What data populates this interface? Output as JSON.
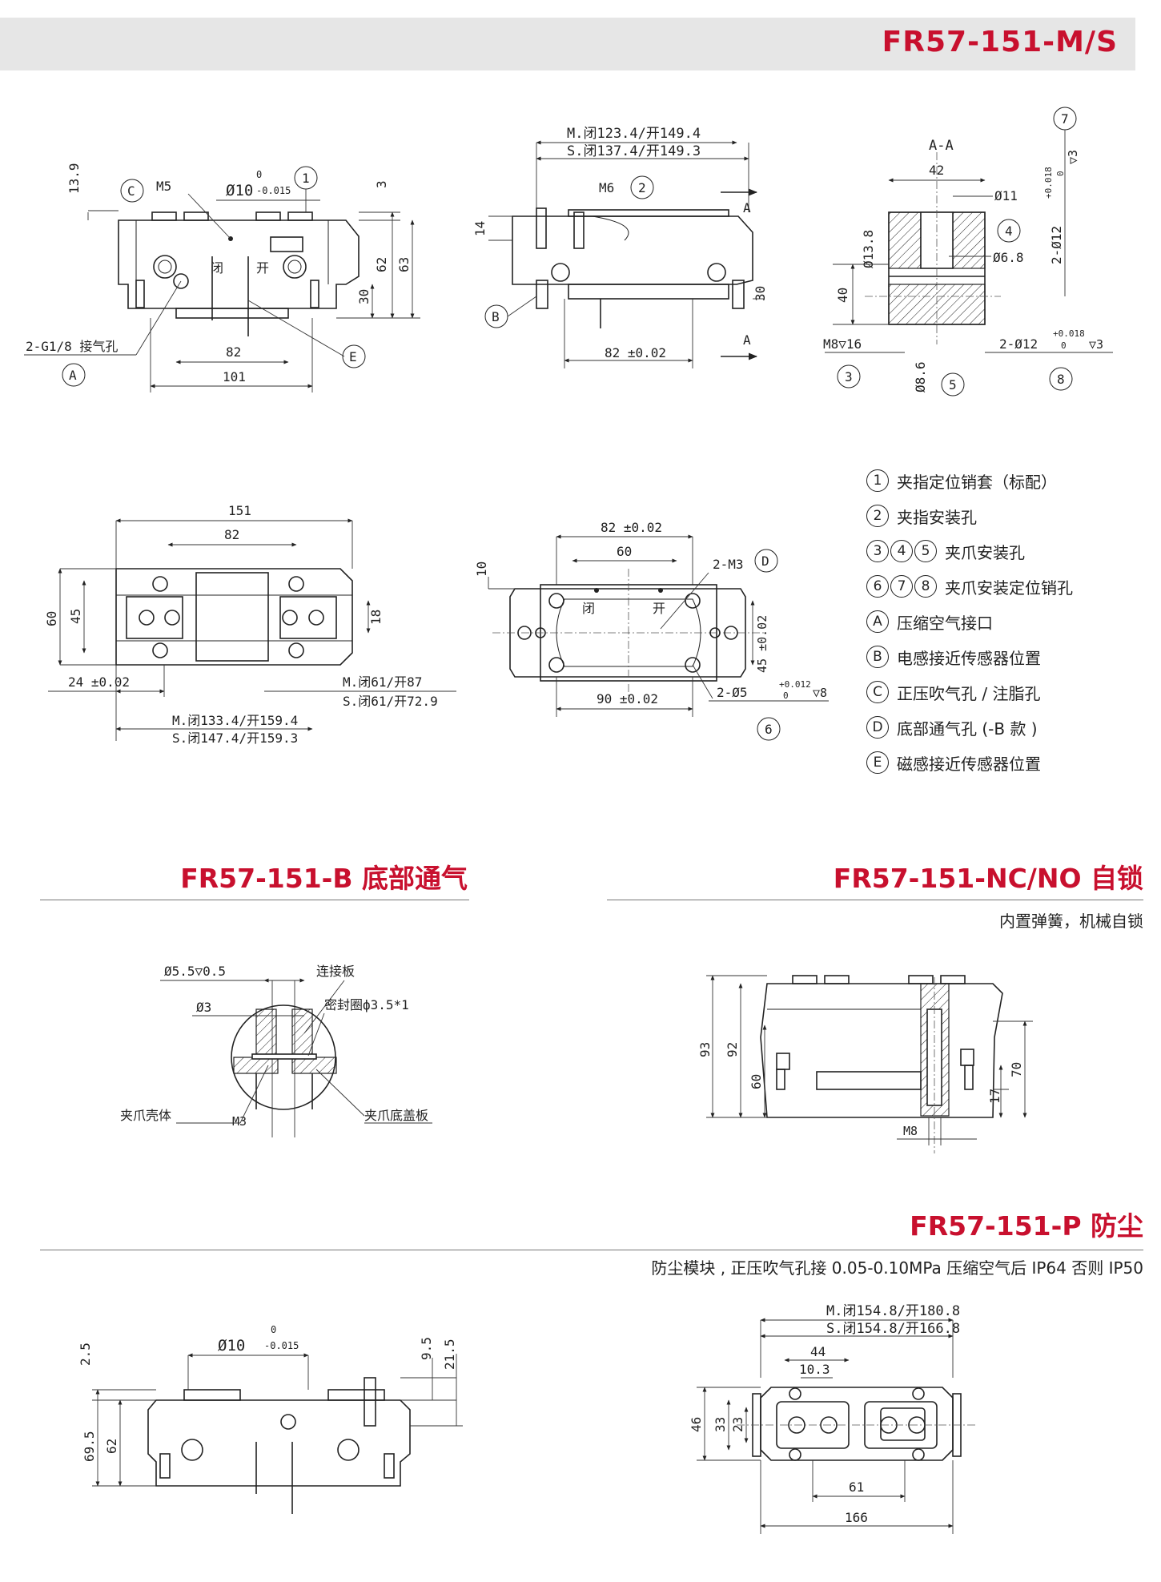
{
  "header": {
    "title": "FR57-151-M/S"
  },
  "legend": [
    {
      "badges": [
        "1"
      ],
      "text": "夹指定位销套（标配）"
    },
    {
      "badges": [
        "2"
      ],
      "text": "夹指安装孔"
    },
    {
      "badges": [
        "3",
        "4",
        "5"
      ],
      "text": "夹爪安装孔"
    },
    {
      "badges": [
        "6",
        "7",
        "8"
      ],
      "text": "夹爪安装定位销孔"
    },
    {
      "badges": [
        "A"
      ],
      "text": "压缩空气接口"
    },
    {
      "badges": [
        "B"
      ],
      "text": "电感接近传感器位置"
    },
    {
      "badges": [
        "C"
      ],
      "text": "正压吹气孔 / 注脂孔"
    },
    {
      "badges": [
        "D"
      ],
      "text": "底部通气孔 (-B 款 )"
    },
    {
      "badges": [
        "E"
      ],
      "text": "磁感接近传感器位置"
    }
  ],
  "sections": {
    "bottom_air": {
      "title": "FR57-151-B 底部通气"
    },
    "self_lock": {
      "title": "FR57-151-NC/NO 自锁",
      "subtitle": "内置弹簧，机械自锁"
    },
    "dustproof": {
      "title": "FR57-151-P 防尘",
      "subtitle": "防尘模块 , 正压吹气孔接 0.05-0.10MPa 压缩空气后 IP64 否则 IP50"
    }
  },
  "drawings": {
    "front": {
      "d_10": "Ø10",
      "tol_top": "0",
      "tol_bot": "-0.015",
      "d13_9": "13.9",
      "m5": "M5",
      "d3": "3",
      "d62": "62",
      "d63": "63",
      "d30": "30",
      "g18": "2-G1/8 接气孔",
      "d82": "82",
      "d101": "101",
      "closed": "闭",
      "open": "开",
      "c1": "1",
      "cC": "C",
      "cA": "A",
      "cE": "E"
    },
    "side": {
      "m_len": "M.闭123.4/开149.4",
      "s_len": "S.闭137.4/开149.3",
      "m6": "M6",
      "c2": "2",
      "d14": "14",
      "d30": "30",
      "d82": "82 ±0.02",
      "secA": "A",
      "cB": "B"
    },
    "section": {
      "title": "A-A",
      "d42": "42",
      "d11": "Ø11",
      "d13_8": "Ø13.8",
      "d40": "40",
      "d6_8": "Ø6.8",
      "d12": "2-Ø12",
      "tol_p": "+0.018",
      "tol_z": "0",
      "depth3": "▽3",
      "m8": "M8▽16",
      "d8_6": "Ø8.6",
      "d12b": "2-Ø12",
      "tol_p2": "+0.018",
      "tol_z2": "0",
      "depth3b": "▽3",
      "c3": "3",
      "c4": "4",
      "c5": "5",
      "c7": "7",
      "c8": "8"
    },
    "top": {
      "d151": "151",
      "d82": "82",
      "d60": "60",
      "d45": "45",
      "d18": "18",
      "d24": "24 ±0.02",
      "m61": "M.闭61/开87",
      "s61": "S.闭61/开72.9",
      "m133": "M.闭133.4/开159.4",
      "s147": "S.闭147.4/开159.3"
    },
    "bottom": {
      "d82": "82 ±0.02",
      "d60": "60",
      "m3": "2-M3",
      "d10": "10",
      "d45": "45 ±0.02",
      "d90": "90 ±0.02",
      "d5": "2-Ø5",
      "tol_p": "+0.012",
      "tol_z": "0",
      "depth8": "▽8",
      "closed": "闭",
      "open": "开",
      "cD": "D",
      "c6": "6"
    },
    "detail_b": {
      "d55": "Ø5.5▽0.5",
      "d3": "Ø3",
      "plate": "连接板",
      "seal": "密封圈ф3.5*1",
      "shell": "夹爪壳体",
      "m3": "M3",
      "cover": "夹爪底盖板"
    },
    "nc": {
      "d93": "93",
      "d92": "92",
      "d60": "60",
      "d17": "17",
      "d70": "70",
      "m8": "M8"
    },
    "p_front": {
      "d10": "Ø10",
      "tol_top": "0",
      "tol_bot": "-0.015",
      "d2_5": "2.5",
      "d9_5": "9.5",
      "d21_5": "21.5",
      "d69_5": "69.5",
      "d62": "62"
    },
    "p_top": {
      "m_len": "M.闭154.8/开180.8",
      "s_len": "S.闭154.8/开166.8",
      "d44": "44",
      "d10_3": "10.3",
      "d46": "46",
      "d33": "33",
      "d23": "23",
      "d61": "61",
      "d166": "166"
    }
  }
}
